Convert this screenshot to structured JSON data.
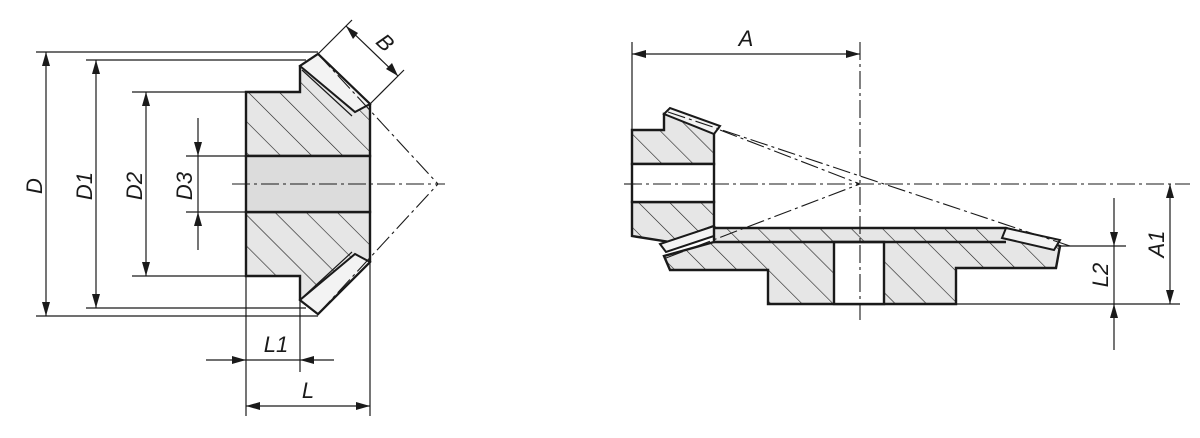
{
  "labels": {
    "D": "D",
    "D1": "D1",
    "D2": "D2",
    "D3": "D3",
    "B": "B",
    "L1": "L1",
    "L": "L",
    "A": "A",
    "A1": "A1",
    "L2": "L2"
  },
  "colors": {
    "line": "#1a1a1a",
    "bore_fill": "#dcdcdc",
    "background": "#ffffff"
  }
}
